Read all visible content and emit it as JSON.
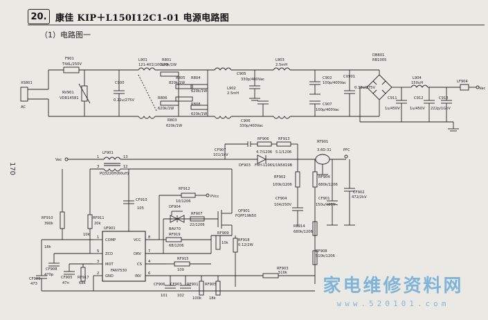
{
  "header": {
    "number": "20.",
    "title": "康佳 KIP＋L150I12C1-01 电源电路图",
    "subtitle": "（1）电路图一",
    "page_number": "170"
  },
  "labels": {
    "xs801": "XS801",
    "ac": "AC",
    "f901": "F901",
    "f901v": "T4AL/250V",
    "rv901": "RV901",
    "rv901v": "VDR14581",
    "c900": "C900",
    "c900v": "0.22u/275V",
    "l901": "L901",
    "l901v": "121-401(100uH)",
    "r801": "R801",
    "r801v": "820k/1W",
    "r805": "R805",
    "r805v": "820k/1W",
    "r806": "R806",
    "r806v": "620k/1W",
    "r804": "R804",
    "r804v": "620k/1W",
    "r803": "R803",
    "r803v": "620k/1W",
    "r808": "R808",
    "r808v": "620k/1W",
    "l902": "L902",
    "l902v": "2.5mH",
    "c905": "C905",
    "c905v": "330p/400Vac",
    "c906": "C906",
    "c906v": "330p/400Vac",
    "l903": "L903",
    "l903v": "2.5mH",
    "c902": "C902",
    "c902v": "100p/400Vac",
    "c907": "C907",
    "c907v": "100p/400Vac",
    "cx901": "CX901",
    "cx901v": "0.33u/275V",
    "db801": "DB801",
    "db801v": "RB1005",
    "c911": "C911",
    "c911v": "1u/450V",
    "l904": "L904",
    "l904v": "150uH",
    "c912": "C912",
    "c912v": "1u/450V",
    "c913": "C913",
    "c913v": "222p/1GkV",
    "lf904": "LF904",
    "vac1": "Vac",
    "cf907": "CF907",
    "cf907v": "101/1kV",
    "rf906": "RF906",
    "rf906v": "4.7/1206",
    "rf913": "RF913",
    "rf913v": "5.1/1206",
    "df903": "DF903",
    "df903v": "FMY-1106S/1N5819B",
    "rt901": "RT901",
    "rt901v": "3.6D-31",
    "pfc": "PFC",
    "vac2": "Vac",
    "lf901": "LF901",
    "lf901v": "PQ3220H(60uH)",
    "pin13": "13",
    "pin12": "12",
    "pin1": "1",
    "pin3": "3",
    "rf902": "RF902",
    "rf902v": "100k/1206",
    "rf904": "RF904",
    "rf904v": "680k/1206",
    "cf904": "CF904",
    "cf904v": "104/250V",
    "cf901": "CF901",
    "cf901v": "150u/450V",
    "cf902": "CF902",
    "cf902v": "472/2kV",
    "rf912": "RF912",
    "rf912v": "10/1206",
    "pvcc": "PVcc",
    "cf910": "CF910",
    "cf910v": "105",
    "df904": "DF904",
    "df904v": "BAV70",
    "rf907": "RF907",
    "rf907v": "22/1206",
    "qf901": "QF901",
    "qf901v": "FQPF19N50",
    "rf910": "RF910",
    "rf910v": "390k",
    "rf911": "RF911",
    "rf911v": "20k",
    "uf901": "UF901",
    "ufchip": "FAN7530",
    "comp": "COMP",
    "zcd": "ZCD",
    "mot": "MOT",
    "gnd": "GND",
    "vcc": "VCC",
    "drv": "DRV",
    "cs": "CS",
    "inv": "INV",
    "p1": "1",
    "p5": "5",
    "p3": "3",
    "p2": "2",
    "p8": "8",
    "p7": "7",
    "p4": "4",
    "p6": "6",
    "rf919": "RF919",
    "rf919v": "68/1206",
    "rf909": "RF909",
    "rf909v": "10k",
    "rf918": "RF918",
    "rf918v": "0.12/2W",
    "rf915": "RF915",
    "rf915v": "100",
    "rf914": "RF914",
    "rf914v": "680k/1206",
    "rf908": "RF908",
    "rf908v": "510k/1206",
    "rf903": "RF903",
    "rf903v": "510k",
    "cf909": "CF909",
    "cf909v": "473",
    "cf908": "CF908",
    "cf908v": "470p",
    "cf905": "CF905",
    "cf905v": "47n",
    "rf917": "RF917",
    "rf917v": "68k",
    "cf906": "CF906",
    "cf906v": "101",
    "cf903": "CF903",
    "cf903v": "102",
    "rf901": "RF901",
    "rf901v": "100k",
    "rf905": "RF905",
    "rf905v": "18k",
    "r18k": "18k",
    "n10k": "10k"
  },
  "watermark": {
    "chinese": "家电维修资料网",
    "url": "www.520101.com"
  }
}
